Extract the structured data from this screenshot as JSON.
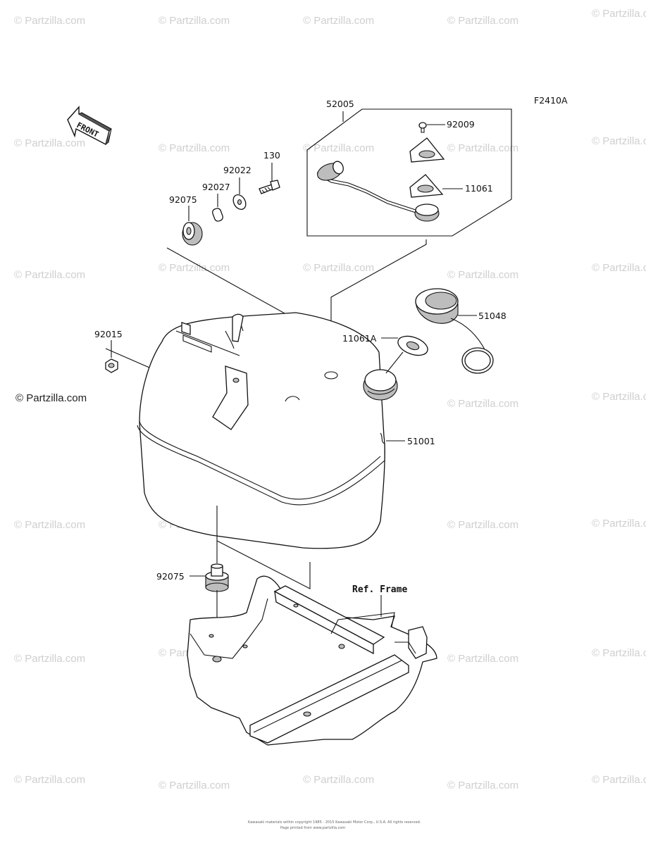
{
  "figure_code": "F2410A",
  "front_label": "FRONT",
  "watermark_text": "© Partzilla.com",
  "copyright_line_1": "Kawasaki materials within copyright 1985 - 2015 Kawasaki Motor Corp., U.S.A. All rights reserved.",
  "copyright_line_2": "Page printed from www.partzilla.com",
  "parts": {
    "p52005": "52005",
    "p92009": "92009",
    "p11061": "11061",
    "p130": "130",
    "p92022": "92022",
    "p92027": "92027",
    "p92075_top": "92075",
    "p51048": "51048",
    "p11061A": "11061A",
    "p92015": "92015",
    "p51001": "51001",
    "p92075_bottom": "92075",
    "ref_frame": "Ref. Frame"
  }
}
